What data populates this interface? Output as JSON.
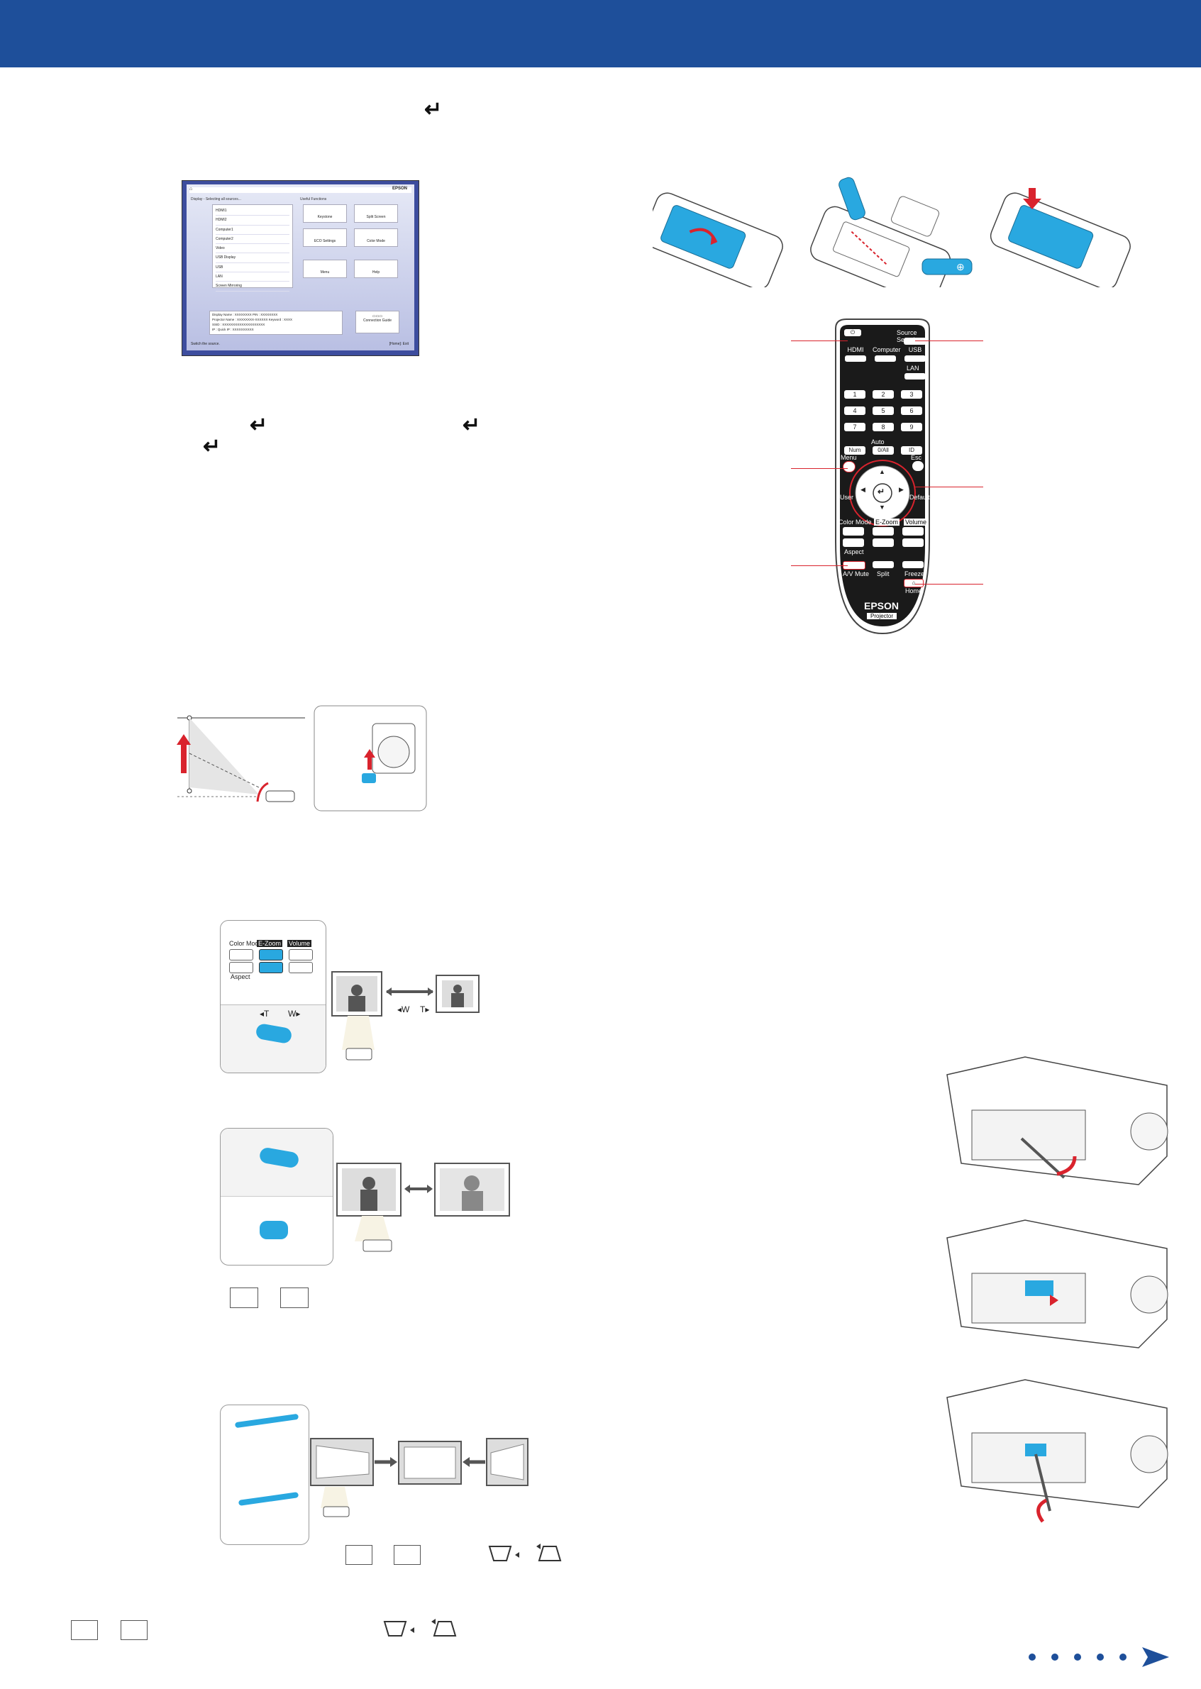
{
  "header": {
    "color": "#1e4f9a"
  },
  "return_icon": "↵",
  "home_screen": {
    "brand": "EPSON",
    "source_heading": "Display - Selecting all sources...",
    "functions_heading": "Useful Functions",
    "sources": [
      "HDMI1",
      "HDMI2",
      "Computer1",
      "Computer2",
      "Video",
      "USB Display",
      "USB",
      "LAN",
      "Screen Mirroring"
    ],
    "functions": [
      "Keystone",
      "Split Screen",
      "ECO Settings",
      "Color Mode",
      "Menu",
      "Help"
    ],
    "info_lines": [
      "Display Name : XXXXXXXX   PIN : XXXXXXXX",
      "Projector Name : XXXXXXXX-XXXXXX   Keyword : XXXX",
      "SSID : XXXXXXXXXXXXXXXXXXXX",
      "IP : Quick            IP : XXXXXXXXXX"
    ],
    "connection_guide": "Connection Guide",
    "footer_left": "Switch the source.",
    "footer_right": "[Home]: Exit"
  },
  "remote": {
    "source_search": "Source Search",
    "row1": [
      "HDMI",
      "Computer",
      "USB"
    ],
    "lan": "LAN",
    "numbers": [
      "1",
      "2",
      "3",
      "4",
      "5",
      "6",
      "7",
      "8",
      "9"
    ],
    "auto": "Auto",
    "num": "Num",
    "zero_all": "0/All",
    "id": "ID",
    "menu": "Menu",
    "esc": "Esc",
    "user": "User",
    "default": "Default",
    "color_mode": "Color Mode",
    "ezoom": "E-Zoom",
    "volume": "Volume",
    "aspect": "Aspect",
    "av_mute": "A/V Mute",
    "split": "Split",
    "freeze": "Freeze",
    "home": "Home",
    "brand": "EPSON",
    "model": "Projector"
  },
  "zoom_panel": {
    "color_mode": "Color Mode",
    "ezoom": "E-Zoom",
    "volume": "Volume",
    "aspect": "Aspect",
    "t": "T",
    "w": "W",
    "arrow_w": "W",
    "arrow_t": "T"
  },
  "accent_colors": {
    "red": "#d9232d",
    "blue": "#29a8e0",
    "nav": "#1e4f9a"
  }
}
